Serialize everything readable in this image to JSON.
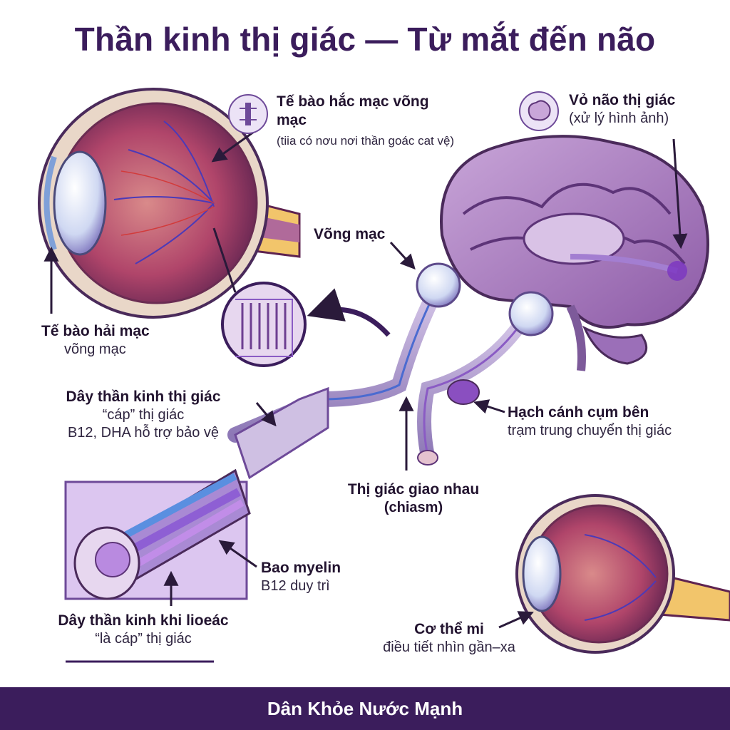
{
  "title": "Thần kinh thị giác — Từ mắt đến não",
  "labels": {
    "rpe_top": {
      "heading": "Tế bào hắc mạc võng mạc",
      "sub": "(tiia có nơu nơi thần goác cat vệ)"
    },
    "cortex": {
      "heading": "Vỏ não thị giác",
      "sub": "(xử lý hình ảnh)"
    },
    "retina": {
      "heading": "Võng mạc"
    },
    "rpe_left": {
      "heading": "Tế bào hải mạc",
      "sub": "võng mạc"
    },
    "optic_nerve": {
      "heading": "Dây thần kinh thị giác",
      "sub1": "“cáp” thị giác",
      "sub2": "B12, DHA hỗ trợ bảo vệ"
    },
    "lgn": {
      "heading": "Hạch cánh cụm bên",
      "sub": "trạm trung chuyển thị giác"
    },
    "chiasm": {
      "heading": "Thị giác giao nhau",
      "sub": "(chiasm)"
    },
    "myelin": {
      "heading": "Bao myelin",
      "sub": "B12 duy trì"
    },
    "nerve_cross": {
      "heading": "Dây thần kinh khi lioeác",
      "sub": "“là cáp” thị giác"
    },
    "ciliary": {
      "heading": "Cơ thể mi",
      "sub": "điều tiết nhìn gần–xa"
    }
  },
  "footer": "Dân Khỏe Nước Mạnh",
  "icons": [
    "cell-icon",
    "brain-icon"
  ],
  "colors": {
    "primary": "#3b1d5c",
    "accent": "#8a5bc4",
    "tissue": "#b0456a"
  }
}
